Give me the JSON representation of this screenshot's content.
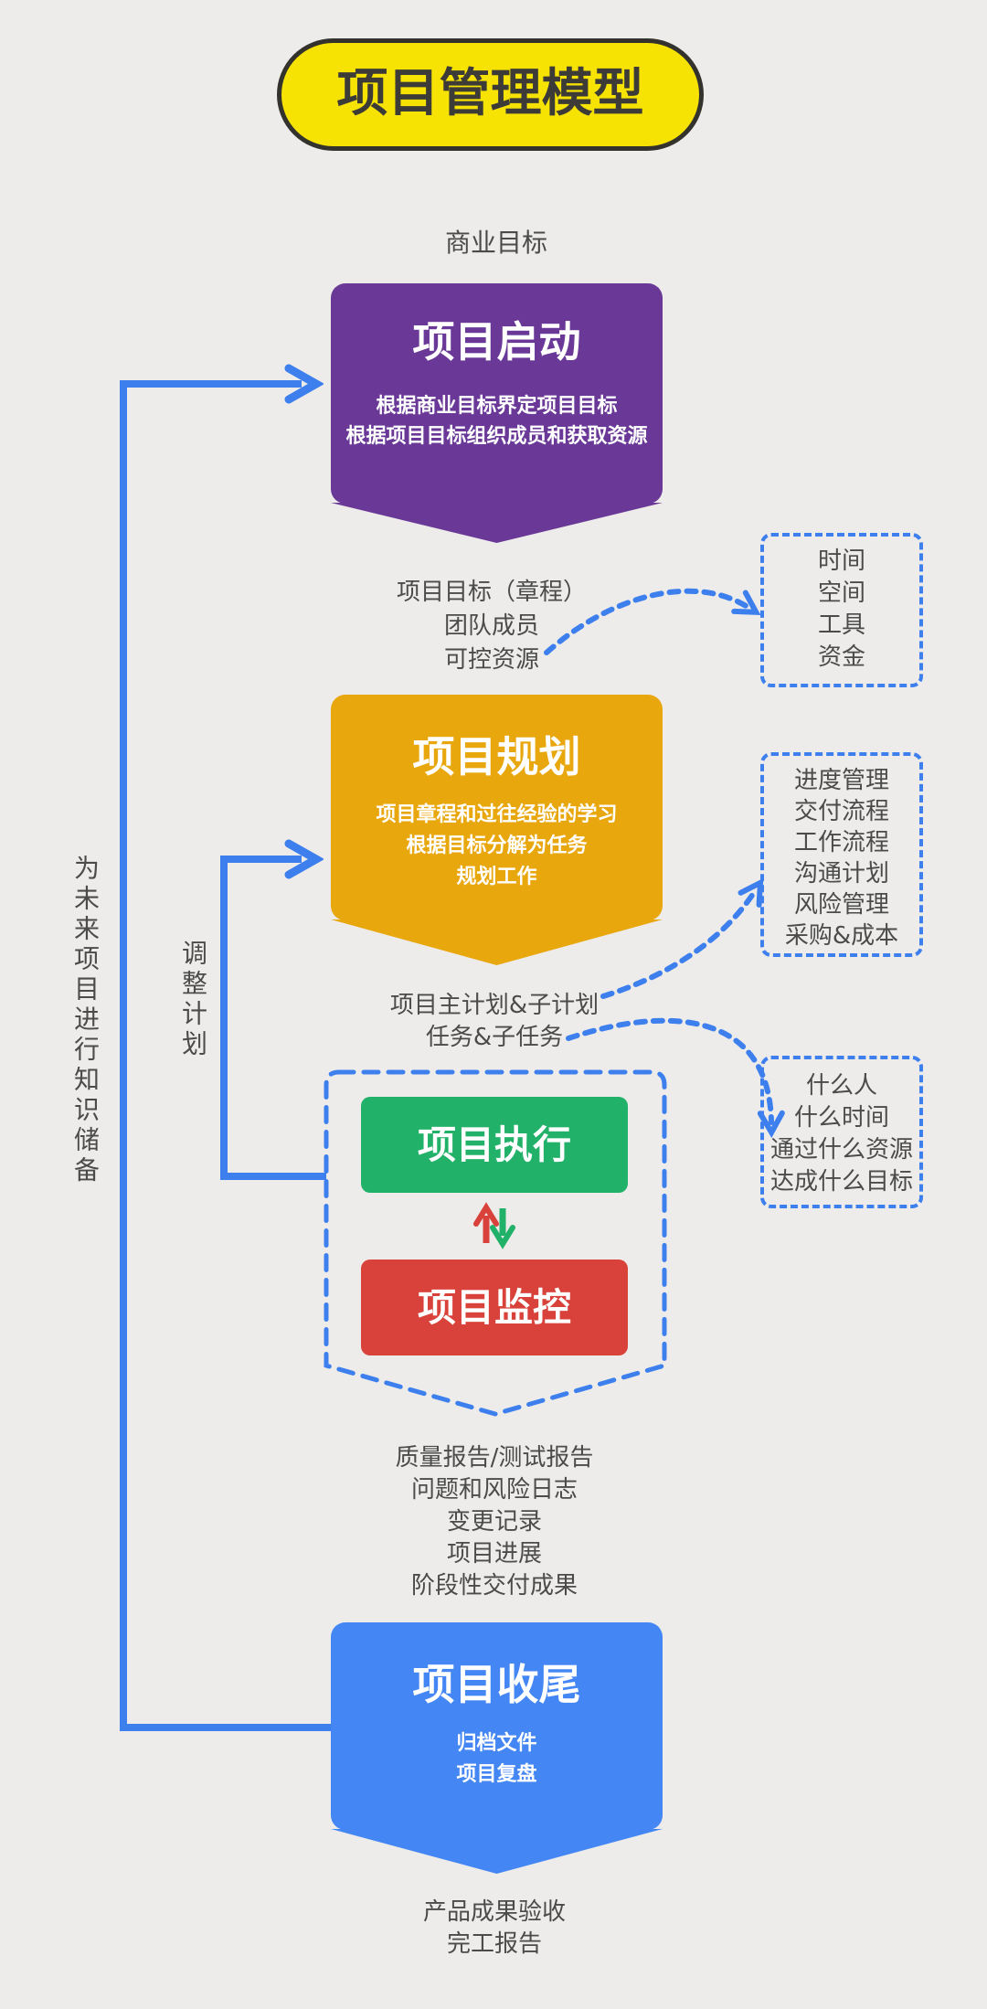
{
  "title": "项目管理模型",
  "colors": {
    "background": "#EDECEA",
    "title_fill": "#F6E203",
    "title_border": "#33322C",
    "initiation": "#6A3897",
    "planning": "#E9A70E",
    "execution": "#22B168",
    "monitoring": "#D8423A",
    "closing": "#4486F3",
    "arrow_blue": "#3E7FEE",
    "label_gray": "#4B4B49"
  },
  "labels": {
    "business_goal": "商业目标",
    "knowledge_loop": "为未来项目进行知识储备",
    "adjust_loop": "调整计划"
  },
  "stages": {
    "initiation": {
      "title": "项目启动",
      "lines": [
        "根据商业目标界定项目目标",
        "根据项目目标组织成员和获取资源"
      ]
    },
    "planning": {
      "title": "项目规划",
      "lines": [
        "项目章程和过往经验的学习",
        "根据目标分解为任务",
        "规划工作"
      ]
    },
    "execution": {
      "title": "项目执行"
    },
    "monitoring": {
      "title": "项目监控"
    },
    "closing": {
      "title": "项目收尾",
      "lines": [
        "归档文件",
        "项目复盘"
      ]
    }
  },
  "outputs": {
    "initiation": [
      "项目目标（章程）",
      "团队成员",
      "可控资源"
    ],
    "planning": [
      "项目主计划&子计划",
      "任务&子任务"
    ],
    "execution": [
      "质量报告/测试报告",
      "问题和风险日志",
      "变更记录",
      "项目进展",
      "阶段性交付成果"
    ],
    "closing": [
      "产品成果验收",
      "完工报告"
    ]
  },
  "side_boxes": {
    "resources": [
      "时间",
      "空间",
      "工具",
      "资金"
    ],
    "management_plans": [
      "进度管理",
      "交付流程",
      "工作流程",
      "沟通计划",
      "风险管理",
      "采购&成本"
    ],
    "task_elements": [
      "什么人",
      "什么时间",
      "通过什么资源",
      "达成什么目标"
    ]
  }
}
